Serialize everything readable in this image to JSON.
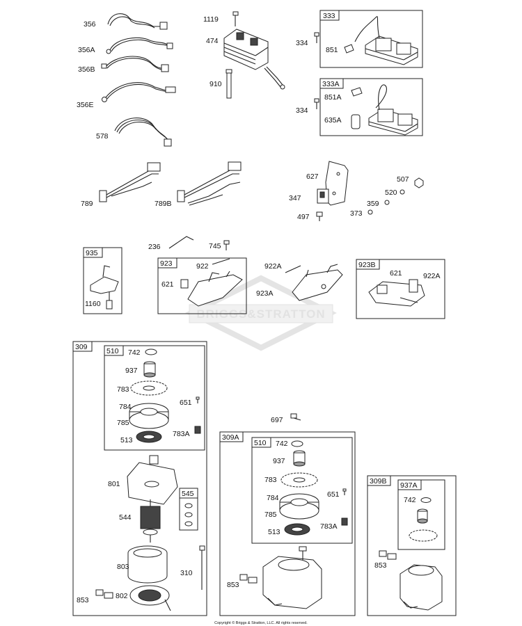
{
  "watermark": "BRIGGS&STRATTON",
  "copyright": "Copyright © Briggs & Stratton, LLC. All rights reserved.",
  "part_labels": {
    "p356": "356",
    "p356A": "356A",
    "p356B": "356B",
    "p356E": "356E",
    "p578": "578",
    "p1119": "1119",
    "p474": "474",
    "p910": "910",
    "p334a": "334",
    "p851": "851",
    "p334b": "334",
    "p851A": "851A",
    "p635A": "635A",
    "p789": "789",
    "p789B": "789B",
    "p627": "627",
    "p347": "347",
    "p497": "497",
    "p507": "507",
    "p520": "520",
    "p359": "359",
    "p373": "373",
    "p236": "236",
    "p745": "745",
    "p1160": "1160",
    "p922": "922",
    "p621a": "621",
    "p922A1": "922A",
    "p923A": "923A",
    "p621b": "621",
    "p922A2": "922A",
    "p742a": "742",
    "p937a": "937",
    "p783a": "783",
    "p651a": "651",
    "p784a": "784",
    "p785a": "785",
    "p513a": "513",
    "p783Aa": "783A",
    "p801": "801",
    "p544": "544",
    "p803": "803",
    "p310": "310",
    "p853a": "853",
    "p802": "802",
    "p697": "697",
    "p742b": "742",
    "p937b": "937",
    "p783b": "783",
    "p651b": "651",
    "p784b": "784",
    "p785b": "785",
    "p513b": "513",
    "p783Ab": "783A",
    "p853b": "853",
    "p742c": "742",
    "p853c": "853"
  },
  "box_labels": {
    "b333": "333",
    "b333A": "333A",
    "b935": "935",
    "b923": "923",
    "b923B": "923B",
    "b309": "309",
    "b510a": "510",
    "b545": "545",
    "b309A": "309A",
    "b510b": "510",
    "b309B": "309B",
    "b937A": "937A"
  }
}
